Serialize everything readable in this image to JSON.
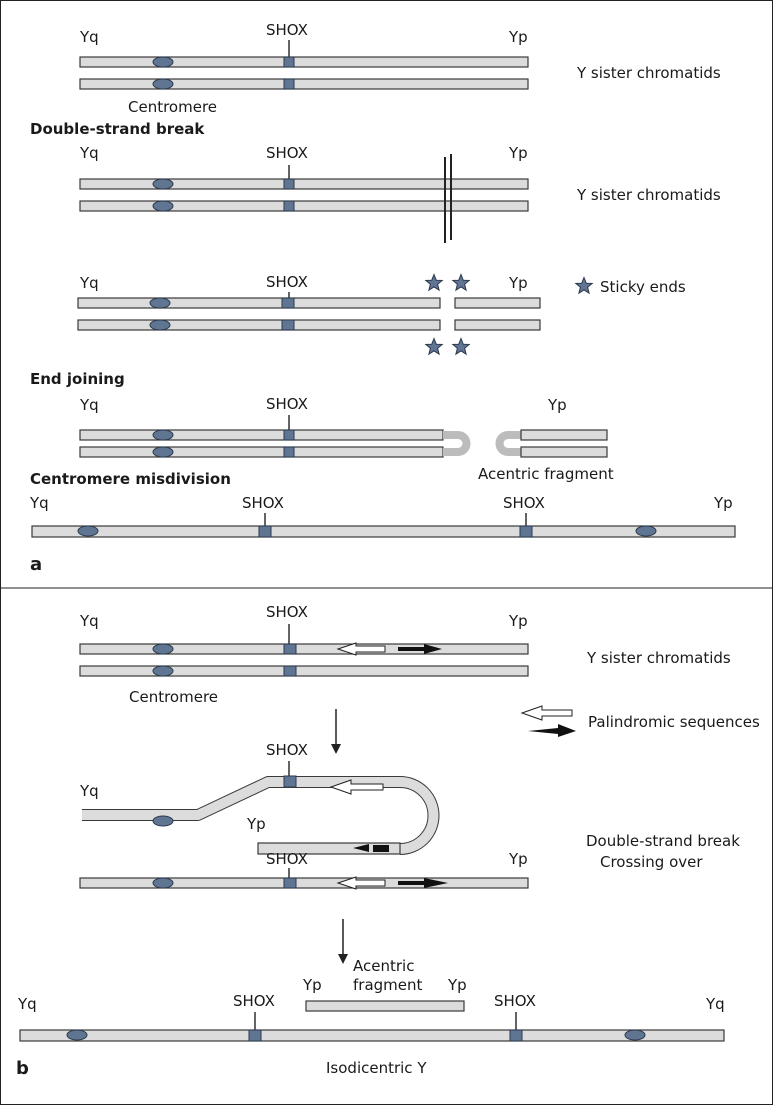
{
  "colors": {
    "chromatid": "#dcdcdc",
    "centromere": "#5f7591",
    "shox": "#5f7591",
    "star": "#5f7591",
    "joint": "#bcbcbc"
  },
  "labels": {
    "yq": "Yq",
    "yp": "Yp",
    "shox": "SHOX",
    "centromere": "Centromere",
    "y_sister_chromatids": "Y sister chromatids",
    "sticky_ends": "Sticky ends",
    "acentric_fragment": "Acentric fragment",
    "acentric_line1": "Acentric",
    "acentric_line2": "fragment",
    "palindromic_sequences": "Palindromic sequences",
    "dsb_line1": "Double-strand break",
    "dsb_line2": "Crossing over",
    "isodicentric": "Isodicentric Y"
  },
  "headings": {
    "double_strand_break": "Double-strand break",
    "end_joining": "End joining",
    "centromere_misdivision": "Centromere misdivision"
  },
  "panels": {
    "a": "a",
    "b": "b"
  },
  "icons": [
    "star-icon",
    "hollow-arrow-icon",
    "filled-arrow-icon"
  ]
}
